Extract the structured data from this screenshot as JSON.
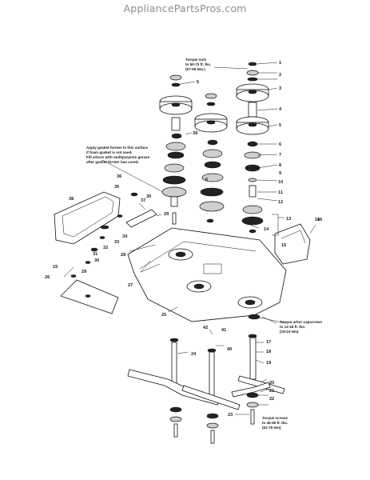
{
  "header": {
    "site_title": "AppliancePartsPros.com"
  },
  "notes": {
    "torque_nuts": [
      "Torque nuts",
      "to 50-70 ft. lbs.",
      "(67-95 Nm.)"
    ],
    "gasket": [
      "Apply gasket former to this surface",
      "if foam gasket is not used.",
      "Fill arbors with multipurpose grease",
      "after gasket former has cured."
    ],
    "torque_arbor": [
      "Torque arbor capscrews",
      "to 14-18 ft. lbs.",
      "(19-24 Nm)"
    ],
    "torque_screws": [
      "Torque screws",
      "to 45-55 ft. lbs.",
      "(61-75 Nm)"
    ]
  },
  "callouts": {
    "c1": "1",
    "c2": "2",
    "c3": "3",
    "c4": "4",
    "c5": "5",
    "c6": "6",
    "c7": "7",
    "c8": "8",
    "c9": "9",
    "c10": "10",
    "c11": "11",
    "c12": "12",
    "c13": "13",
    "c14": "14",
    "c15": "15",
    "c16": "16",
    "c15b": "15",
    "c16b": "16",
    "c17": "17",
    "c18": "18",
    "c19": "19",
    "c20": "20",
    "c21": "21",
    "c22": "22",
    "c23": "23",
    "c24": "24",
    "c25": "25",
    "c26": "26",
    "c27": "27",
    "c28": "28",
    "c29": "29",
    "c29b": "29",
    "c30": "30",
    "c31": "31",
    "c32": "32",
    "c33": "33",
    "c34": "34",
    "c35": "35",
    "c36": "36",
    "c37": "37",
    "c38": "38",
    "c39": "39",
    "c40": "40",
    "c41": "41",
    "c42": "42",
    "c5b": "5",
    "c6b": "6"
  }
}
